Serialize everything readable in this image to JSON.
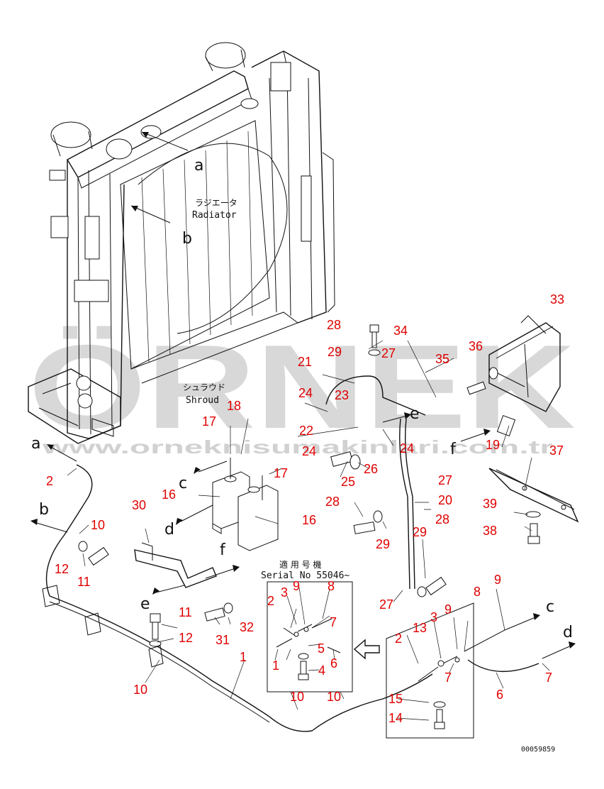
{
  "watermark": {
    "brand": "ÖRNEK",
    "url": "www.orneknisumakinlari.com.tr"
  },
  "labels": {
    "radiator_jp": "ラジエータ",
    "radiator_en": "Radiator",
    "shroud_jp": "シュラウド",
    "shroud_en": "Shroud",
    "serial_jp": "適 用 号 機",
    "serial_en": "Serial No 55046~",
    "drawing_code": "00059859"
  },
  "view_letters": {
    "a": "a",
    "b": "b",
    "c": "c",
    "d": "d",
    "e": "e",
    "f": "f"
  },
  "callouts": [
    {
      "id": "c33",
      "text": "33"
    },
    {
      "id": "c28a",
      "text": "28"
    },
    {
      "id": "c34",
      "text": "34"
    },
    {
      "id": "c36",
      "text": "36"
    },
    {
      "id": "c29a",
      "text": "29"
    },
    {
      "id": "c27a",
      "text": "27"
    },
    {
      "id": "c35",
      "text": "35"
    },
    {
      "id": "c21",
      "text": "21"
    },
    {
      "id": "c23",
      "text": "23"
    },
    {
      "id": "c24a",
      "text": "24"
    },
    {
      "id": "c18",
      "text": "18"
    },
    {
      "id": "c17a",
      "text": "17"
    },
    {
      "id": "c22",
      "text": "22"
    },
    {
      "id": "c24b",
      "text": "24"
    },
    {
      "id": "c19",
      "text": "19"
    },
    {
      "id": "c37",
      "text": "37"
    },
    {
      "id": "c24c",
      "text": "24"
    },
    {
      "id": "c26",
      "text": "26"
    },
    {
      "id": "c2a",
      "text": "2"
    },
    {
      "id": "c16a",
      "text": "16"
    },
    {
      "id": "c17b",
      "text": "17"
    },
    {
      "id": "c25",
      "text": "25"
    },
    {
      "id": "c27b",
      "text": "27"
    },
    {
      "id": "c30",
      "text": "30"
    },
    {
      "id": "c20",
      "text": "20"
    },
    {
      "id": "c39",
      "text": "39"
    },
    {
      "id": "c28b",
      "text": "28"
    },
    {
      "id": "c28c",
      "text": "28"
    },
    {
      "id": "c16b",
      "text": "16"
    },
    {
      "id": "c38",
      "text": "38"
    },
    {
      "id": "c10a",
      "text": "10"
    },
    {
      "id": "c29b",
      "text": "29"
    },
    {
      "id": "c29c",
      "text": "29"
    },
    {
      "id": "c12a",
      "text": "12"
    },
    {
      "id": "c11a",
      "text": "11"
    },
    {
      "id": "c27c",
      "text": "27"
    },
    {
      "id": "c3a",
      "text": "3"
    },
    {
      "id": "c9a",
      "text": "9"
    },
    {
      "id": "c8a",
      "text": "8"
    },
    {
      "id": "c8b",
      "text": "8"
    },
    {
      "id": "c9b",
      "text": "9"
    },
    {
      "id": "c2b",
      "text": "2"
    },
    {
      "id": "c7a",
      "text": "7"
    },
    {
      "id": "c11b",
      "text": "11"
    },
    {
      "id": "c32",
      "text": "32"
    },
    {
      "id": "c3b",
      "text": "3"
    },
    {
      "id": "c9c",
      "text": "9"
    },
    {
      "id": "c13",
      "text": "13"
    },
    {
      "id": "c12b",
      "text": "12"
    },
    {
      "id": "c31",
      "text": "31"
    },
    {
      "id": "c2c",
      "text": "2"
    },
    {
      "id": "c5",
      "text": "5"
    },
    {
      "id": "c1a",
      "text": "1"
    },
    {
      "id": "c6a",
      "text": "6"
    },
    {
      "id": "c1b",
      "text": "1"
    },
    {
      "id": "c4",
      "text": "4"
    },
    {
      "id": "c7b",
      "text": "7"
    },
    {
      "id": "c7c",
      "text": "7"
    },
    {
      "id": "c10b",
      "text": "10"
    },
    {
      "id": "c6b",
      "text": "6"
    },
    {
      "id": "c10c",
      "text": "10"
    },
    {
      "id": "c10d",
      "text": "10"
    },
    {
      "id": "c15",
      "text": "15"
    },
    {
      "id": "c14",
      "text": "14"
    }
  ],
  "colors": {
    "callout": "#e00000",
    "line": "#111111",
    "watermark": "#9a9a9a"
  }
}
